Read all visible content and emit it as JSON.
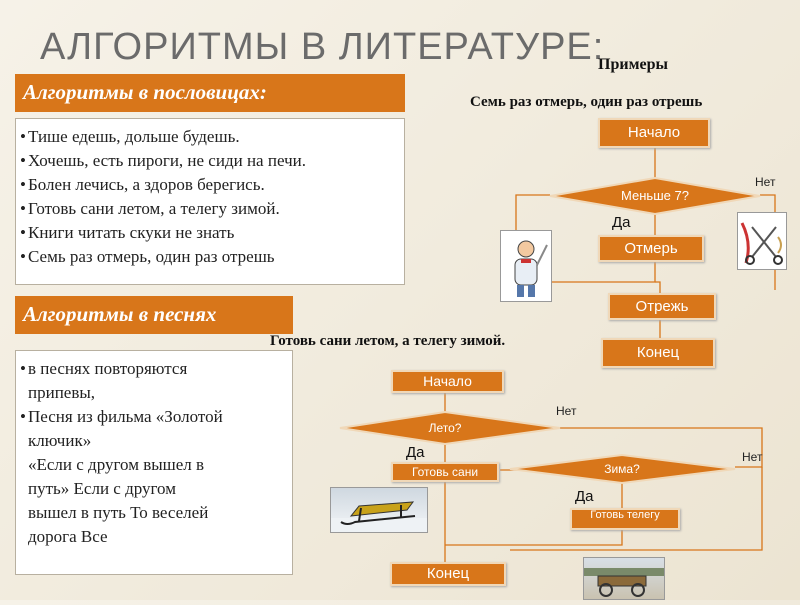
{
  "title": "АЛГОРИТМЫ В ЛИТЕРАТУРЕ:",
  "proverbs": {
    "header": "Алгоритмы в пословицах:",
    "items": [
      "Тише едешь, дольше будешь.",
      "Хочешь, есть пироги, не сиди на печи.",
      "Болен лечись, а здоров берегись.",
      "Готовь сани летом, а телегу зимой.",
      "Книги читать скуки не знать",
      "Семь раз отмерь, один раз отрешь"
    ]
  },
  "songs": {
    "header": "Алгоритмы в песнях",
    "lines": [
      "в песнях повторяются",
      "припевы,",
      "Песня из фильма «Золотой",
      "ключик»",
      "«Если с другом вышел в",
      "путь» Если с другом",
      "вышел в путь То веселей",
      "дорога Все"
    ]
  },
  "examples_label": "Примеры",
  "flow1": {
    "caption": "Семь раз отмерь, один раз отрешь",
    "start": "Начало",
    "condition": "Меньше 7?",
    "yes": "Да",
    "no": "Нет",
    "measure": "Отмерь",
    "cut": "Отрежь",
    "end": "Конец"
  },
  "flow2": {
    "caption": "Готовь сани летом, а телегу зимой.",
    "start": "Начало",
    "condition1": "Лето?",
    "yes1": "Да",
    "no1": "Нет",
    "action1": "Готовь сани",
    "condition2": "Зима?",
    "yes2": "Да",
    "no2": "Нет",
    "action2": "Готовь телегу",
    "end": "Конец"
  },
  "colors": {
    "accent": "#d8761a",
    "title": "#6b6b6b"
  }
}
